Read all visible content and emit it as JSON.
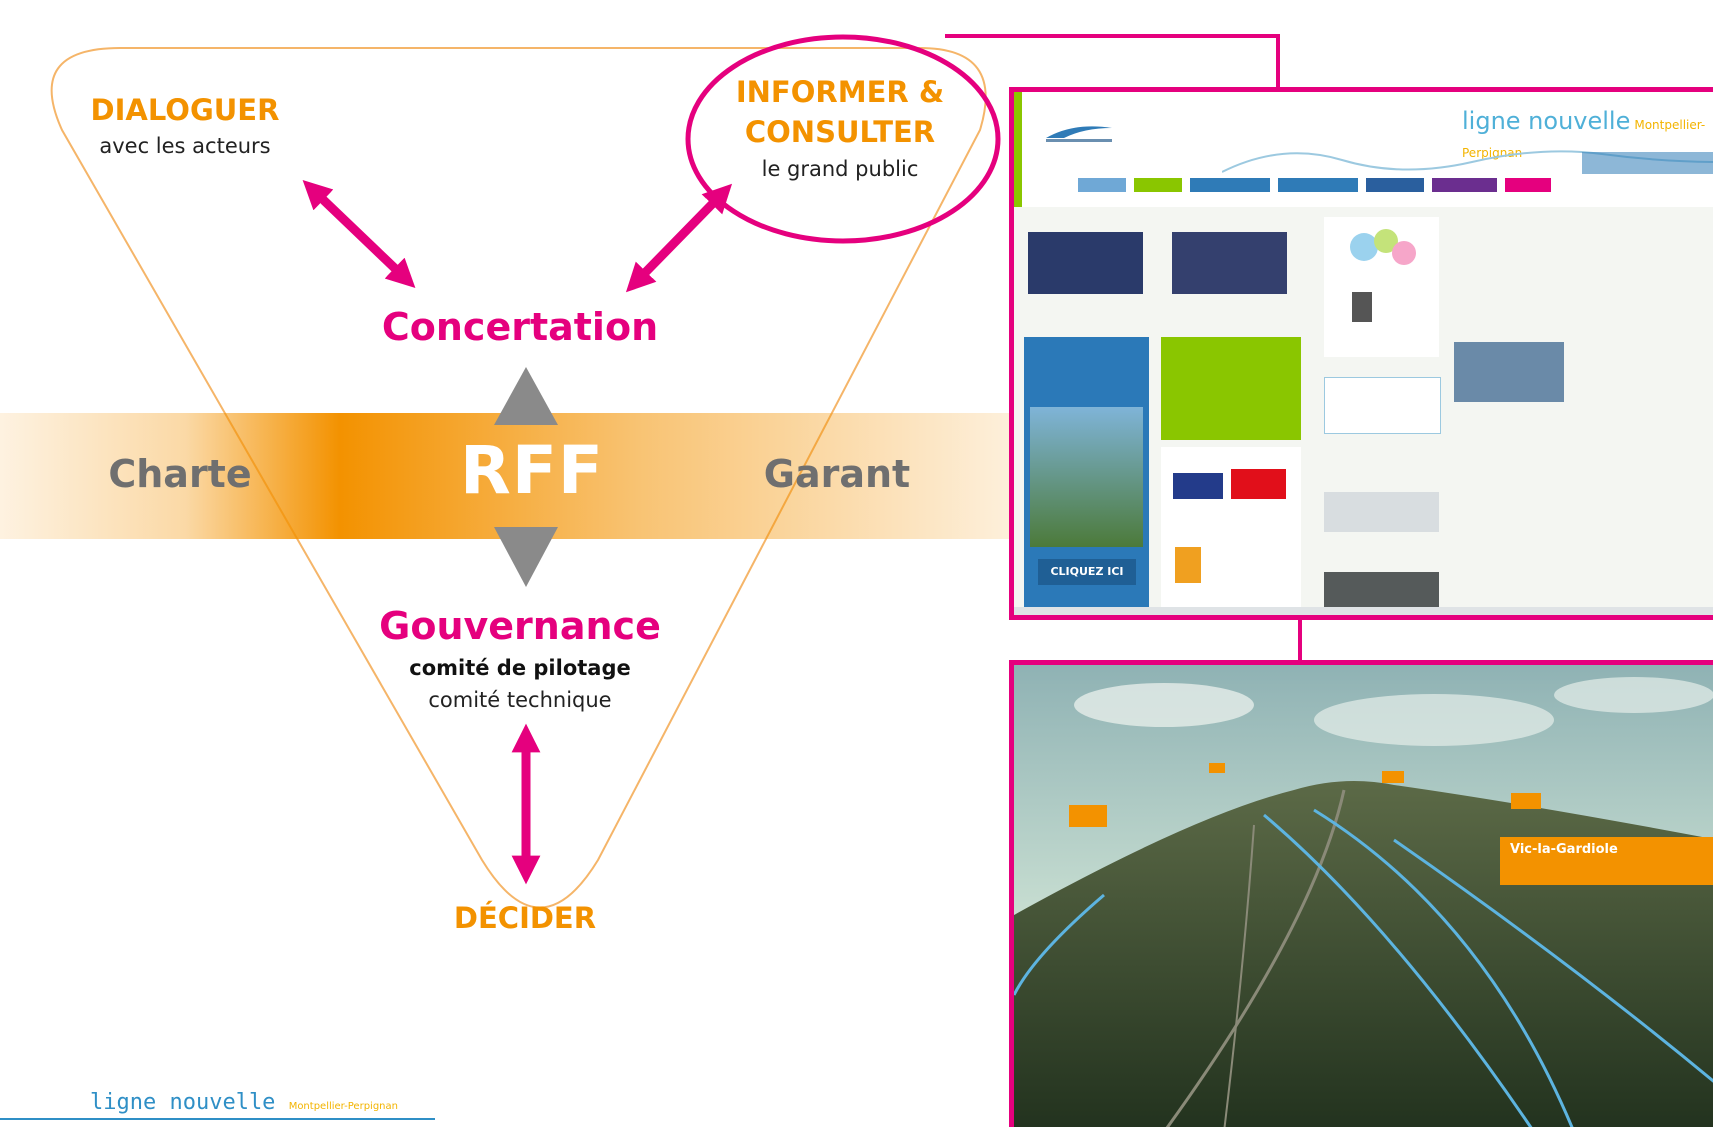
{
  "nodes": {
    "dialoguer": {
      "title": "DIALOGUER",
      "subtitle": "avec les acteurs"
    },
    "informer": {
      "title_line1": "INFORMER &",
      "title_line2": "CONSULTER",
      "subtitle": "le grand public"
    },
    "concertation": {
      "title": "Concertation"
    },
    "rff": {
      "title": "RFF"
    },
    "charte": {
      "title": "Charte"
    },
    "garant": {
      "title": "Garant"
    },
    "gouvernance": {
      "title": "Gouvernance",
      "line1": "comité de pilotage",
      "line2": "comité technique"
    },
    "decider": {
      "title": "DÉCIDER"
    }
  },
  "website": {
    "brand": "ligne nouvelle",
    "brand_suffix": "Montpellier-Perpignan",
    "cta": "CLIQUEZ ICI"
  },
  "view3d": {
    "label": "Vic-la-Gardiole"
  },
  "footer": {
    "brand": "ligne nouvelle",
    "tagline": "Montpellier-Perpignan"
  },
  "colors": {
    "orange": "#f39200",
    "magenta": "#e5007e",
    "gray": "#6f6f6f",
    "blue": "#2f8fc6"
  }
}
